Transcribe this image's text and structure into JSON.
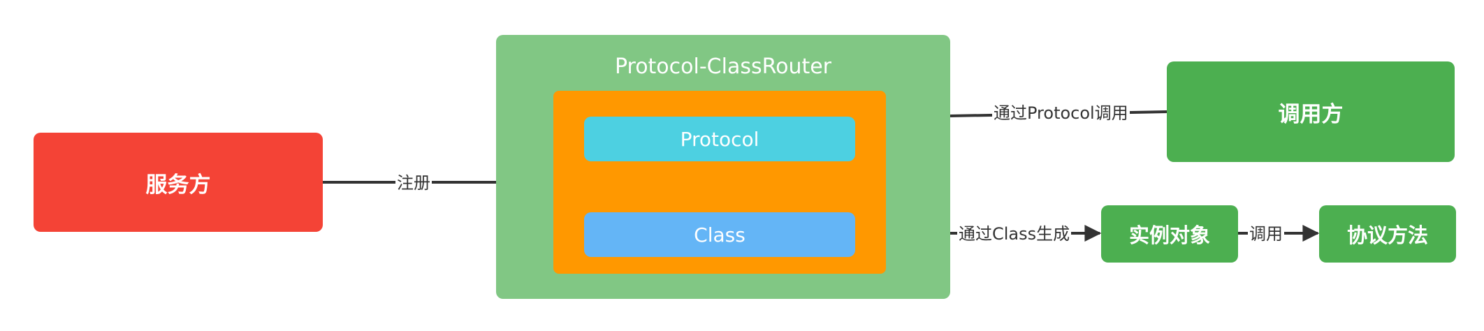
{
  "nodes": {
    "service_provider": "服务方",
    "router_title": "Protocol-ClassRouter",
    "protocol": "Protocol",
    "class": "Class",
    "caller": "调用方",
    "instance": "实例对象",
    "protocol_method": "协议方法"
  },
  "edges": {
    "register": "注册",
    "via_protocol_call": "通过Protocol调用",
    "via_class_create": "通过Class生成",
    "call": "调用"
  },
  "colors": {
    "service_provider": "#f44336",
    "router": "#81c784",
    "inner": "#ff9800",
    "protocol": "#4dd0e1",
    "class": "#64b5f6",
    "caller": "#4caf50",
    "edge": "#333333"
  }
}
